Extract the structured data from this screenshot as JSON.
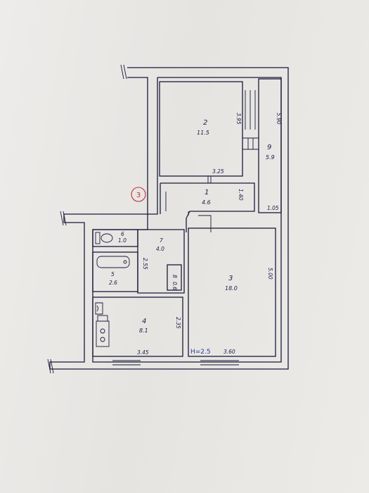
{
  "plan": {
    "marker": "3",
    "height_label": "H=2.5",
    "rooms": [
      {
        "id": "room-1",
        "number": "1",
        "area": "4.6"
      },
      {
        "id": "room-2",
        "number": "2",
        "area": "11.5"
      },
      {
        "id": "room-3",
        "number": "3",
        "area": "18.0"
      },
      {
        "id": "room-4",
        "number": "4",
        "area": "8.1"
      },
      {
        "id": "room-5",
        "number": "5",
        "area": "2.6"
      },
      {
        "id": "room-6",
        "number": "6",
        "area": "1.0"
      },
      {
        "id": "room-7",
        "number": "7",
        "area": "4.0"
      },
      {
        "id": "room-8",
        "number": "8",
        "area": "0.6"
      },
      {
        "id": "room-9",
        "number": "9",
        "area": "5.9"
      }
    ],
    "dimensions": {
      "room2_height": "3.95",
      "room2_width": "3.25",
      "room9_length": "5.90",
      "room9_width": "1.05",
      "room1_depth": "1.40",
      "room3_height": "5.00",
      "room3_width": "3.60",
      "room4_width": "3.45",
      "room4_depth": "2.35",
      "room5_depth": "2.55"
    }
  }
}
